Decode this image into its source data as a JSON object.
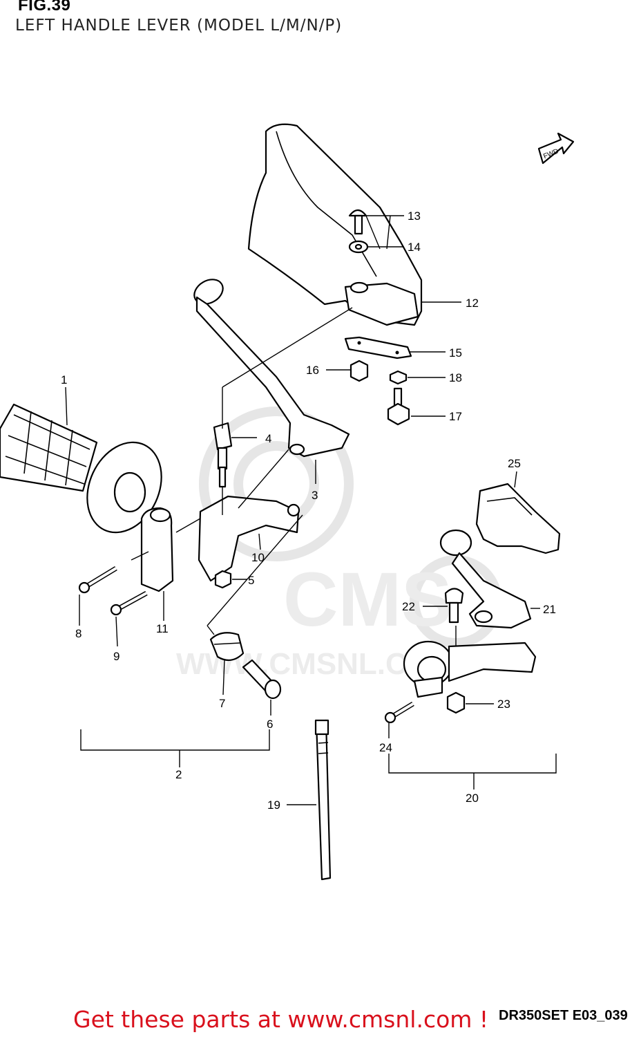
{
  "header": {
    "figure_number": "FIG.39",
    "title": "LEFT HANDLE LEVER (MODEL L/M/N/P)"
  },
  "direction_marker": {
    "label": "FWD",
    "icon": "forward-arrow-icon"
  },
  "watermark": {
    "text": "CMS",
    "url_text": "WWW.CMSNL.COM",
    "color": "#e6e6e6"
  },
  "callouts": {
    "c1": "1",
    "c2": "2",
    "c3": "3",
    "c4": "4",
    "c5": "5",
    "c6": "6",
    "c7": "7",
    "c8": "8",
    "c9": "9",
    "c10": "10",
    "c11": "11",
    "c12": "12",
    "c13": "13",
    "c14": "14",
    "c15": "15",
    "c16": "16",
    "c17": "17",
    "c18": "18",
    "c19": "19",
    "c20": "20",
    "c21": "21",
    "c22": "22",
    "c23": "23",
    "c24": "24",
    "c25": "25"
  },
  "footer": {
    "drawing_code": "DR350SET E03_039",
    "promo": "Get these parts at www.cmsnl.com !",
    "promo_color": "#d9101c"
  }
}
